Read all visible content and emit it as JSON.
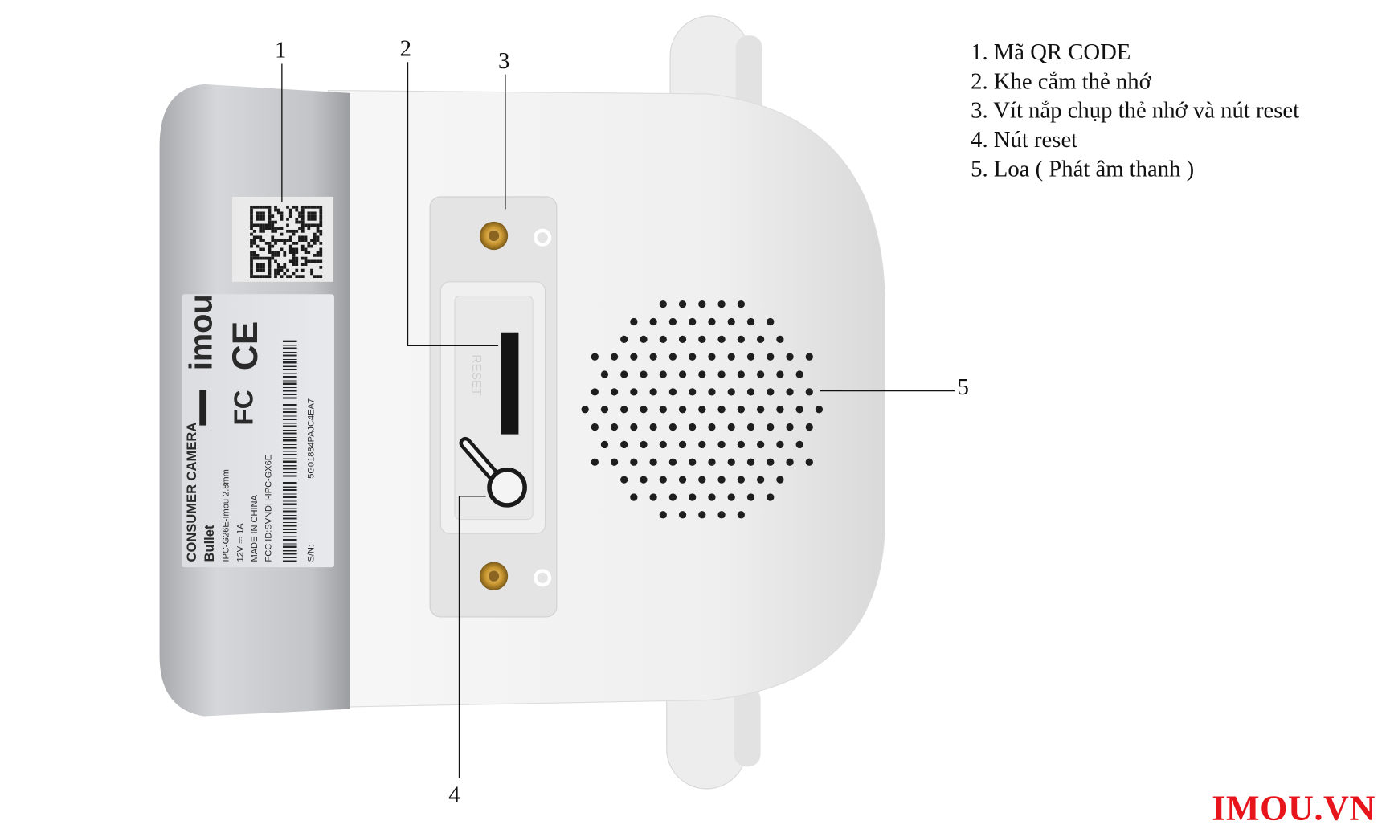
{
  "callouts": [
    "1",
    "2",
    "3",
    "4",
    "5"
  ],
  "legend": [
    "1. Mã QR CODE",
    "2. Khe cắm thẻ nhớ",
    "3. Vít nắp chụp thẻ nhớ và nút reset",
    "4. Nút reset",
    "5. Loa ( Phát âm thanh )"
  ],
  "brand": "IMOU.VN",
  "product_label": {
    "logo": "imou",
    "title": "CONSUMER CAMERA",
    "subtitle": "Bullet",
    "model": "IPC-G26E-Imou  2.8mm",
    "power": "12V ⎓ 1A",
    "origin": "MADE IN CHINA",
    "fcc_id": "FCC ID:SVNDH-IPC-GX6E",
    "sn_label": "S/N:",
    "serial": "5G01884PAJC4EA7",
    "fc_mark": "FC",
    "ce_mark": "CE",
    "reset_text": "RESET"
  },
  "colors": {
    "brand": "#e8141b",
    "metal": "#c9cacd",
    "body": "#f2f2f2"
  }
}
